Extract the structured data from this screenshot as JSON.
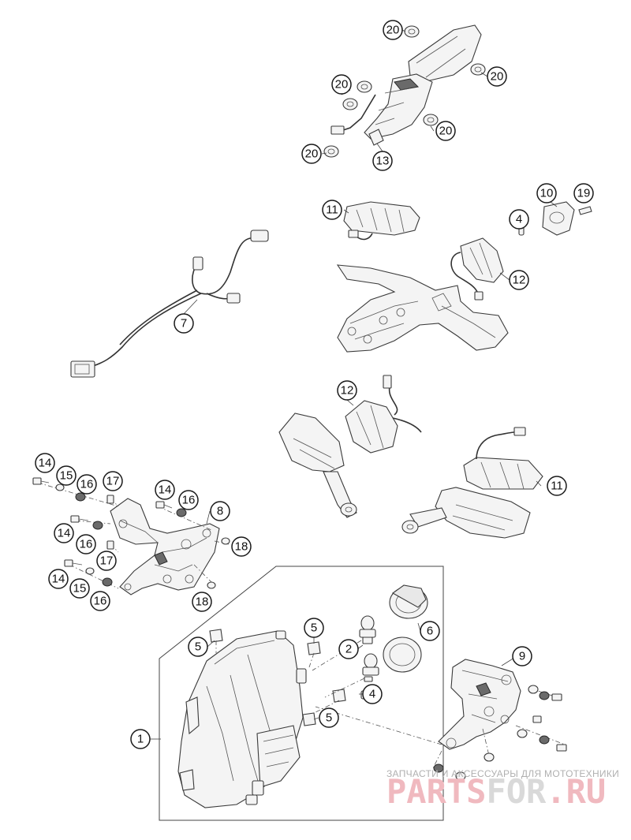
{
  "callouts": [
    {
      "id": "c1",
      "label": "1"
    },
    {
      "id": "c2",
      "label": "2"
    },
    {
      "id": "c4a",
      "label": "4"
    },
    {
      "id": "c4b",
      "label": "4"
    },
    {
      "id": "c5a",
      "label": "5"
    },
    {
      "id": "c5b",
      "label": "5"
    },
    {
      "id": "c5c",
      "label": "5"
    },
    {
      "id": "c6",
      "label": "6"
    },
    {
      "id": "c7",
      "label": "7"
    },
    {
      "id": "c8",
      "label": "8"
    },
    {
      "id": "c9",
      "label": "9"
    },
    {
      "id": "c10",
      "label": "10"
    },
    {
      "id": "c11a",
      "label": "11"
    },
    {
      "id": "c11b",
      "label": "11"
    },
    {
      "id": "c12a",
      "label": "12"
    },
    {
      "id": "c12b",
      "label": "12"
    },
    {
      "id": "c13",
      "label": "13"
    },
    {
      "id": "c14a",
      "label": "14"
    },
    {
      "id": "c14b",
      "label": "14"
    },
    {
      "id": "c14c",
      "label": "14"
    },
    {
      "id": "c14d",
      "label": "14"
    },
    {
      "id": "c15a",
      "label": "15"
    },
    {
      "id": "c15b",
      "label": "15"
    },
    {
      "id": "c16a",
      "label": "16"
    },
    {
      "id": "c16b",
      "label": "16"
    },
    {
      "id": "c16c",
      "label": "16"
    },
    {
      "id": "c16d",
      "label": "16"
    },
    {
      "id": "c17a",
      "label": "17"
    },
    {
      "id": "c17b",
      "label": "17"
    },
    {
      "id": "c18a",
      "label": "18"
    },
    {
      "id": "c18b",
      "label": "18"
    },
    {
      "id": "c19",
      "label": "19"
    },
    {
      "id": "c20a",
      "label": "20"
    },
    {
      "id": "c20b",
      "label": "20"
    },
    {
      "id": "c20c",
      "label": "20"
    },
    {
      "id": "c20d",
      "label": "20"
    },
    {
      "id": "c20e",
      "label": "20"
    }
  ],
  "watermark": {
    "tagline": "ЗАПЧАСТИ И АКСЕССУАРЫ ДЛЯ МОТОТЕХНИКИ",
    "brand_part1": "PARTS",
    "brand_part2": "FOR",
    "brand_part3": ".RU"
  }
}
